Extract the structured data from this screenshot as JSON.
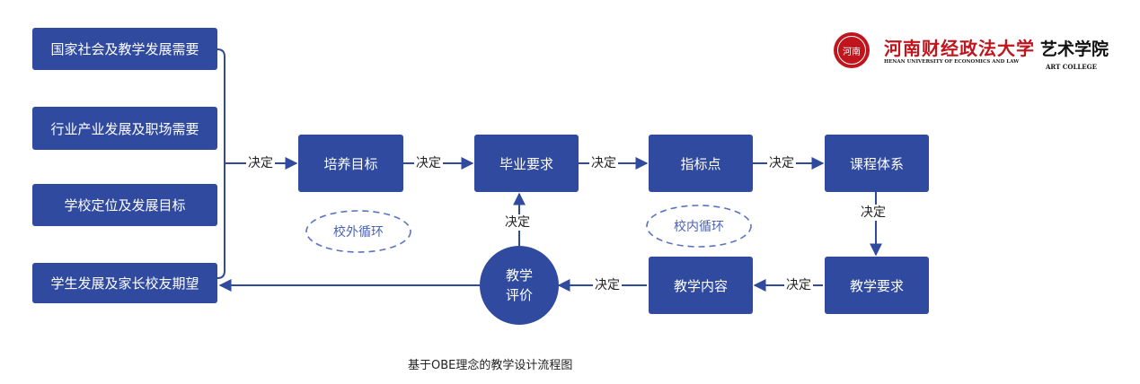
{
  "inputs": [
    "国家社会及教学发展需要",
    "行业产业发展及职场需要",
    "学校定位及发展目标",
    "学生发展及家长校友期望"
  ],
  "nodes": {
    "goal": "培养目标",
    "grad": "毕业要求",
    "indicator": "指标点",
    "curriculum": "课程体系",
    "teach_req": "教学要求",
    "teach_content": "教学内容",
    "eval_line1": "教学",
    "eval_line2": "评价"
  },
  "edge_label": "决定",
  "loops": {
    "outer": "校外循环",
    "inner": "校内循环"
  },
  "caption": "基于OBE理念的教学设计流程图",
  "logo": {
    "seal_text": "河南",
    "university_cn": "河南财经政法大学",
    "university_en": "HENAN UNIVERSITY OF ECONOMICS AND LAW",
    "college_cn": "艺术学院",
    "college_en": "ART COLLEGE"
  },
  "colors": {
    "node": "#2f4a9e",
    "line": "#2f4a9e",
    "loop": "#4a62b6",
    "logo_red": "#c0151d"
  }
}
